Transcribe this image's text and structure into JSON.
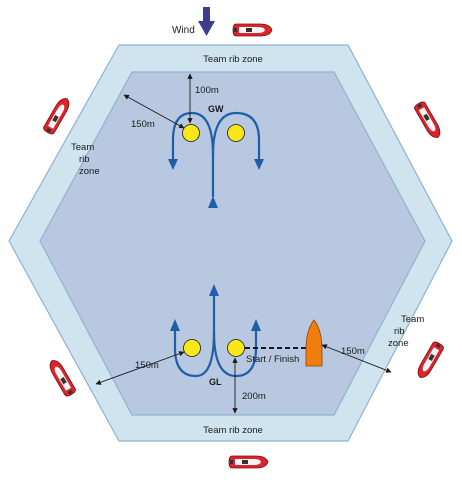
{
  "wind": {
    "label": "Wind"
  },
  "zones": {
    "top": "Team rib zone",
    "bottom": "Team rib zone",
    "left": [
      "Team",
      "rib",
      "zone"
    ],
    "right": [
      "Team",
      "rib",
      "zone"
    ]
  },
  "gates": {
    "windward": "GW",
    "leeward": "GL"
  },
  "distances": {
    "top_gap": "100m",
    "top_left_gap": "150m",
    "bottom_left_gap": "150m",
    "bottom_gap": "200m",
    "right_gap": "150m"
  },
  "start_finish": "Start / Finish",
  "colors": {
    "outer_zone": "#cfe4ef",
    "course_area": "#b8c8e0",
    "hexagon_stroke": "#8fb2cf",
    "course_line": "#1f5fa8",
    "mark": "#f6e61a",
    "committee_boat": "#f07d0c",
    "rib": "#d9252b",
    "wind_arrow": "#3c3f8f"
  }
}
